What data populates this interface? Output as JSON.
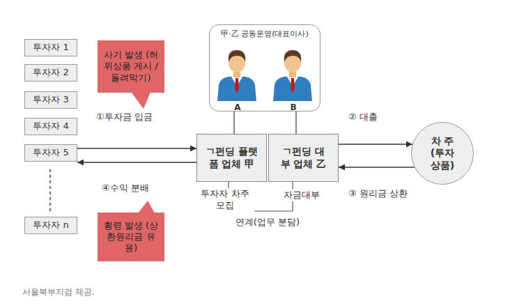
{
  "diagram": {
    "caption": "서울북부지검 제공.",
    "nodes": [
      {
        "text": [
          "투자자 1"
        ]
      },
      {
        "text": [
          "투자자 2"
        ]
      },
      {
        "text": [
          "투자자 3"
        ]
      },
      {
        "text": [
          "투자자 4"
        ]
      },
      {
        "text": [
          "투자자 5"
        ]
      },
      {
        "text": [
          "투자자 n"
        ]
      },
      {
        "text": [
          "사기 발생 (허위상품 게시 /돌려막기)"
        ]
      },
      {
        "text": [
          "횡령 발생 (상환원리금 유용)"
        ]
      },
      {
        "text": [
          "甲·乙 공동운영(대표이사)",
          "A",
          "B"
        ]
      },
      {
        "text": [
          "ㄱ펀딩 플랫폼 업체 甲"
        ]
      },
      {
        "text": [
          "ㄱ펀딩 대부 업체 乙"
        ]
      },
      {
        "text": [
          "차 주 (투자 상품)"
        ]
      }
    ],
    "edges": [
      {
        "from": 4,
        "to": 9,
        "arrow": "to",
        "label": "①투자금 입금"
      },
      {
        "from": 9,
        "to": 4,
        "arrow": "to",
        "label": "④수익 분배"
      },
      {
        "from": 10,
        "to": 11,
        "arrow": "to",
        "label": "② 대출"
      },
      {
        "from": 11,
        "to": 10,
        "arrow": "to",
        "label": "③ 원리금 상환"
      },
      {
        "from": 8,
        "to": 9,
        "arrow": "none"
      },
      {
        "from": 8,
        "to": 10,
        "arrow": "none"
      }
    ],
    "labels": [
      "투자자 차주 모집",
      "자금대부",
      "연계(업무 분담)"
    ]
  }
}
